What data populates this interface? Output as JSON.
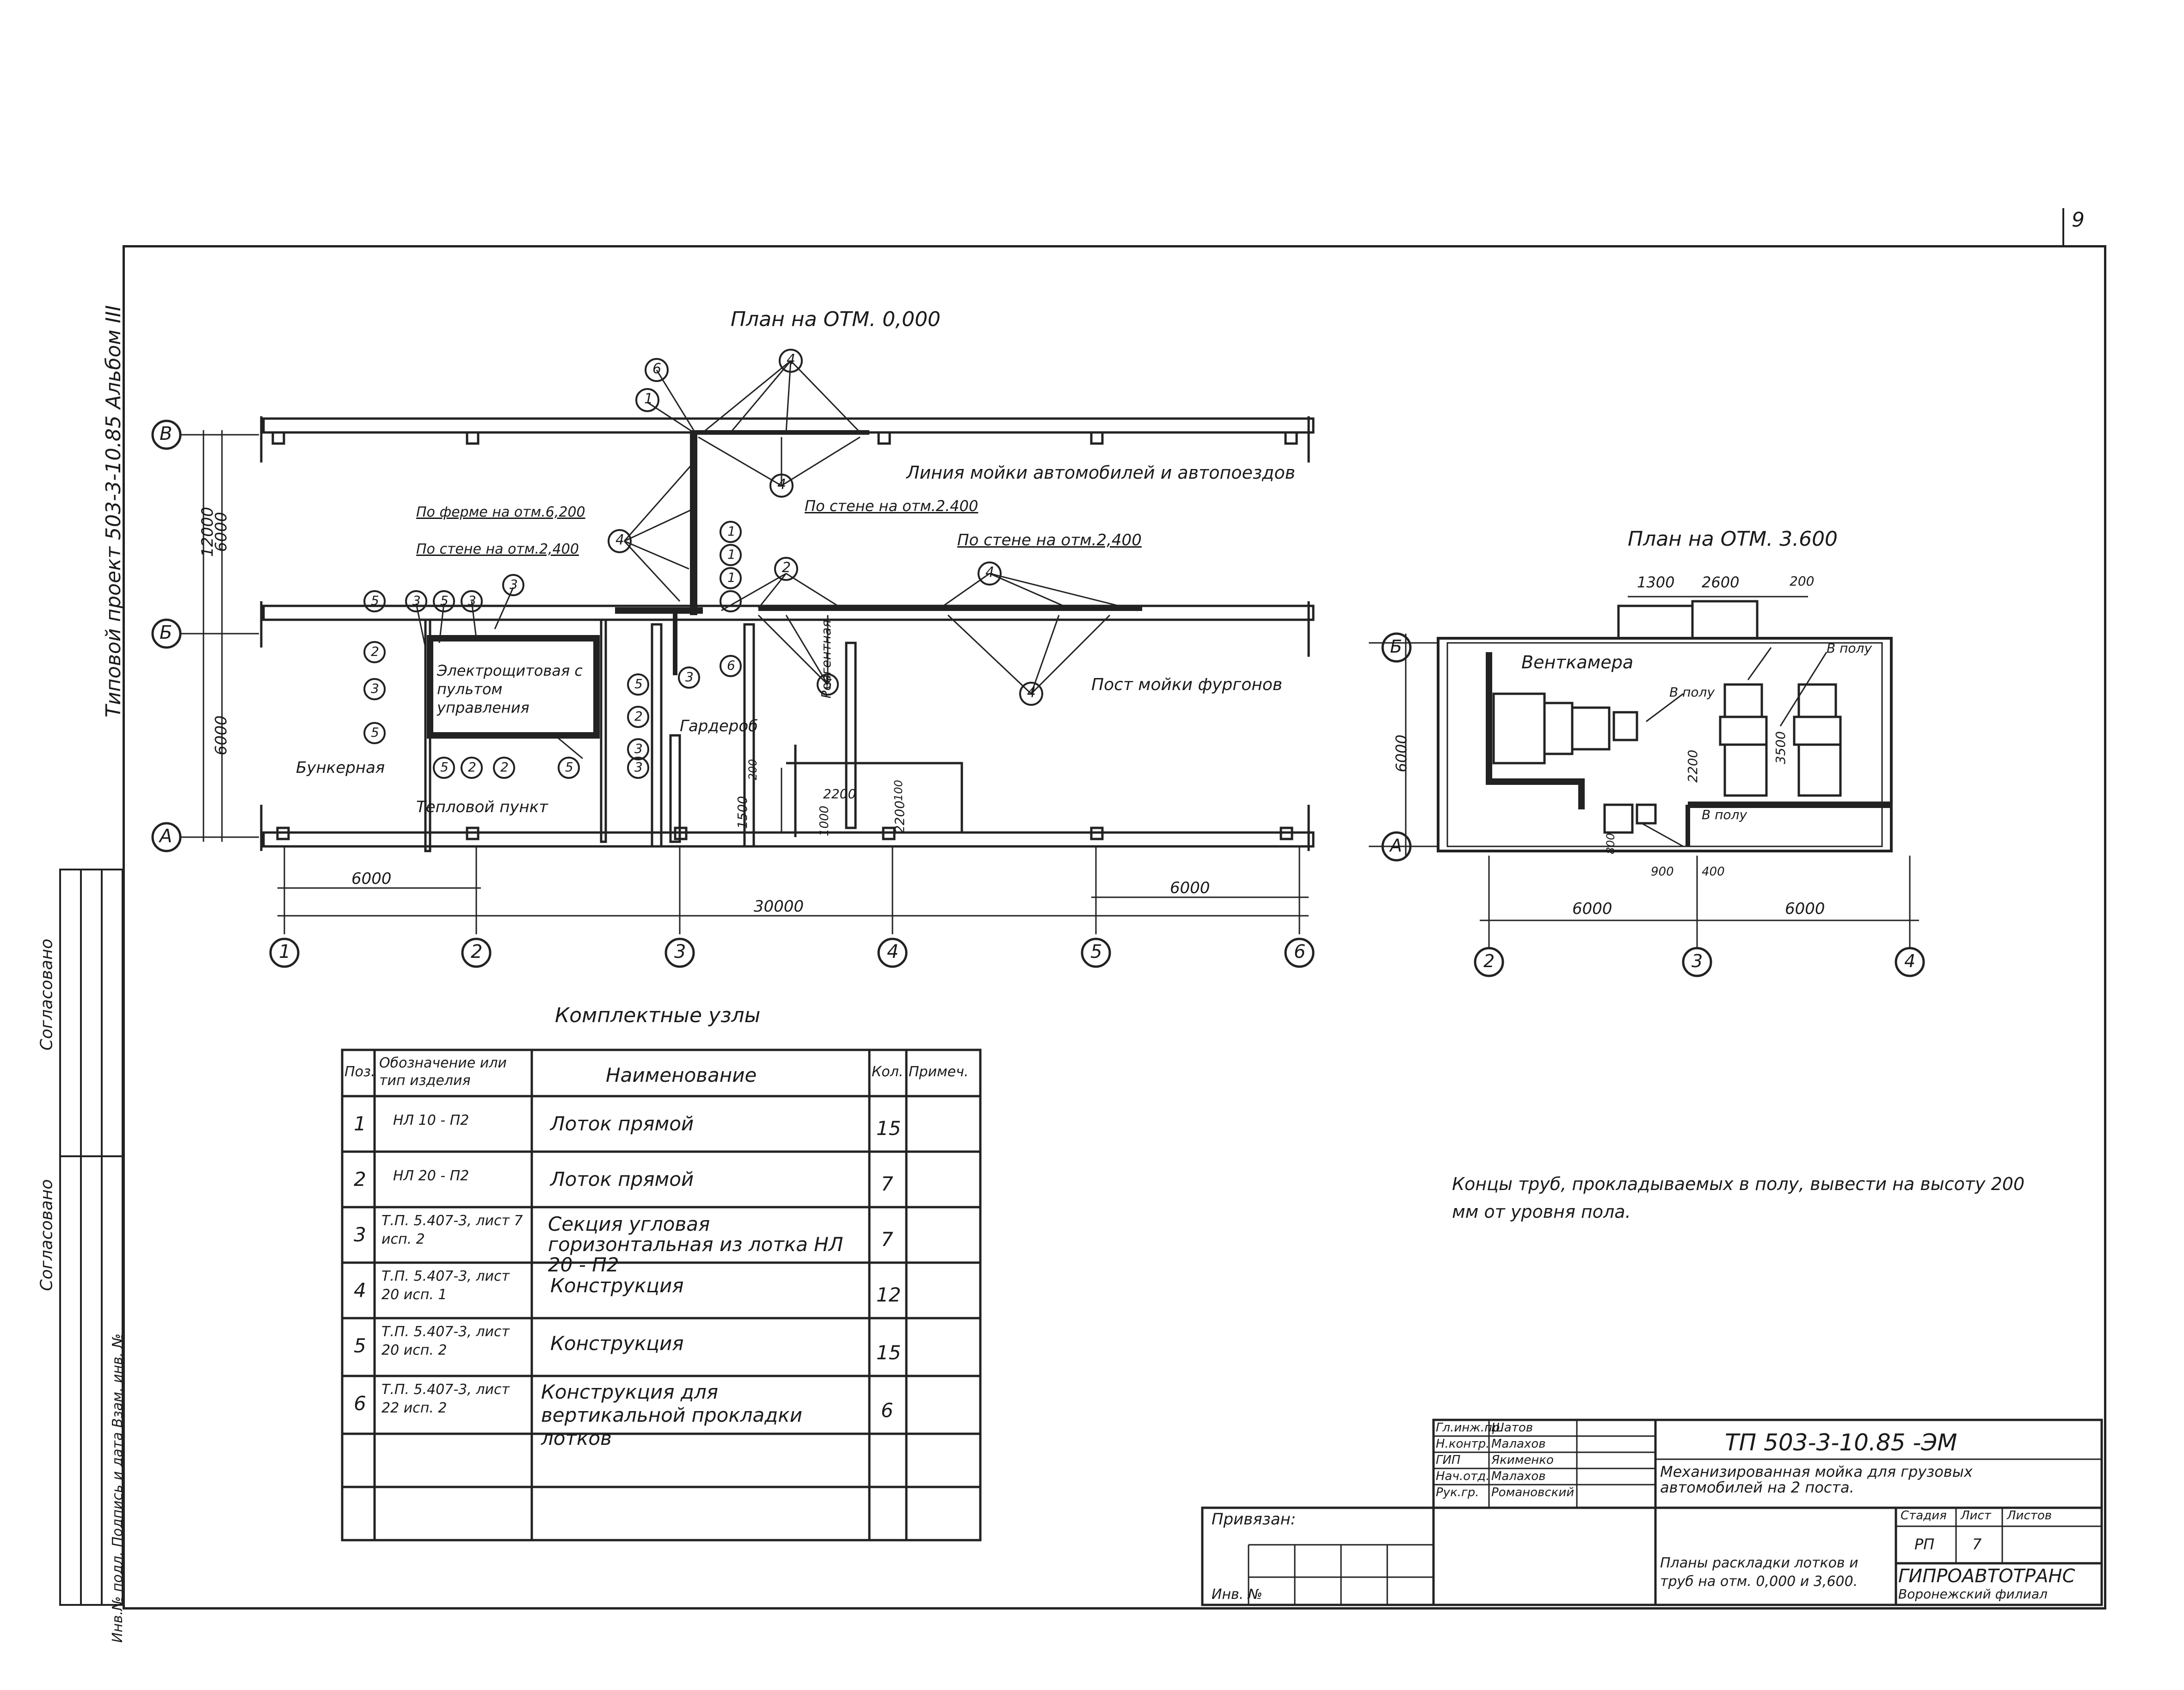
{
  "sheet_number": "9",
  "side_label": "Типовой проект 503-3-10.85 Альбом III",
  "plan1": {
    "title": "План на ОТМ. 0,000",
    "axes_rows": [
      "В",
      "Б",
      "А"
    ],
    "axes_cols": [
      "1",
      "2",
      "3",
      "4",
      "5",
      "6"
    ],
    "dims": {
      "d12000": "12000",
      "d6000a": "6000",
      "d6000b": "6000",
      "d6000_12": "6000",
      "d6000_56": "6000",
      "d30000": "30000",
      "d1500": "1500",
      "d1000": "1000",
      "d2200a": "2200",
      "d2200b": "2200",
      "d100": "100",
      "d200": "200"
    },
    "labels": {
      "line_wash": "Линия мойки автомобилей и автопоездов",
      "on_farm": "По ферме на отм.6,200",
      "on_wall_1": "По стене на отм.2,400",
      "on_wall_2": "По стене на отм.2.400",
      "on_wall_3": "По стене на отм.2,400",
      "panel": "Электрощитовая с пультом управления",
      "bunker": "Бункерная",
      "heat": "Тепловой пункт",
      "wardrobe": "Гардероб",
      "reagent": "Реагентная",
      "van_post": "Пост мойки фургонов"
    },
    "callouts": [
      "6",
      "1",
      "4",
      "4",
      "1",
      "1",
      "1",
      "2",
      "4",
      "5",
      "3",
      "5",
      "3",
      "2",
      "3",
      "5",
      "5",
      "2",
      "2",
      "5",
      "5",
      "5",
      "2",
      "3",
      "3",
      "6",
      "5",
      "4"
    ]
  },
  "plan2": {
    "title": "План на ОТМ. 3.600",
    "axes_rows": [
      "Б",
      "А"
    ],
    "axes_cols": [
      "2",
      "3",
      "4"
    ],
    "dims": {
      "d1300": "1300",
      "d2600": "2600",
      "d200": "200",
      "d6000v": "6000",
      "d2200": "2200",
      "d3500": "3500",
      "d800": "800",
      "d900": "900",
      "d400": "400",
      "d6000a": "6000",
      "d6000b": "6000"
    },
    "labels": {
      "vent": "Венткамера",
      "floor1": "В полу",
      "floor2": "В полу",
      "floor3": "В полу"
    }
  },
  "table": {
    "title": "Комплектные узлы",
    "headers": [
      "Поз.",
      "Обозначение или тип изделия",
      "Наименование",
      "Кол.",
      "Примеч."
    ],
    "rows": [
      {
        "pos": "1",
        "code": "НЛ 10 - П2",
        "name": "Лоток прямой",
        "qty": "15"
      },
      {
        "pos": "2",
        "code": "НЛ 20 - П2",
        "name": "Лоток прямой",
        "qty": "7"
      },
      {
        "pos": "3",
        "code": "Т.П. 5.407-3, лист 7 исп. 2",
        "name": "Секция угловая горизонтальная из лотка НЛ 20 - П2",
        "qty": "7"
      },
      {
        "pos": "4",
        "code": "Т.П. 5.407-3, лист 20 исп. 1",
        "name": "Конструкция",
        "qty": "12"
      },
      {
        "pos": "5",
        "code": "Т.П. 5.407-3, лист 20 исп. 2",
        "name": "Конструкция",
        "qty": "15"
      },
      {
        "pos": "6",
        "code": "Т.П. 5.407-3, лист 22 исп. 2",
        "name": "Конструкция для вертикальной прокладки лотков",
        "qty": "6"
      }
    ]
  },
  "note": "Концы труб, прокладываемых в полу, вывести на высоту 200 мм от уровня пола.",
  "stamp": {
    "code": "ТП 503-3-10.85 -ЭМ",
    "project": "Механизированная мойка для грузовых автомобилей на 2 поста.",
    "sheet_title": "Планы раскладки лотков и труб на отм. 0,000 и 3,600.",
    "stage_hdr": "Стадия",
    "sheet_hdr": "Лист",
    "sheets_hdr": "Листов",
    "stage": "РП",
    "sheet": "7",
    "org": "ГИПРОАВТОТРАНС",
    "org_sub": "Воронежский филиал",
    "tied": "Привязан:",
    "inv": "Инв. №",
    "roles": [
      {
        "role": "Гл.инж.пр.",
        "name": "Шатов"
      },
      {
        "role": "Н.контр.",
        "name": "Малахов"
      },
      {
        "role": "ГИП",
        "name": "Якименко"
      },
      {
        "role": "Нач.отд.",
        "name": "Малахов"
      },
      {
        "role": "Рук.гр.",
        "name": "Романовский"
      }
    ]
  },
  "side_stamp": {
    "agreed1": "Согласовано",
    "agreed2": "Согласовано",
    "side_cols": "Инв.№ подл. Подпись и дата Взам. инв. №"
  }
}
